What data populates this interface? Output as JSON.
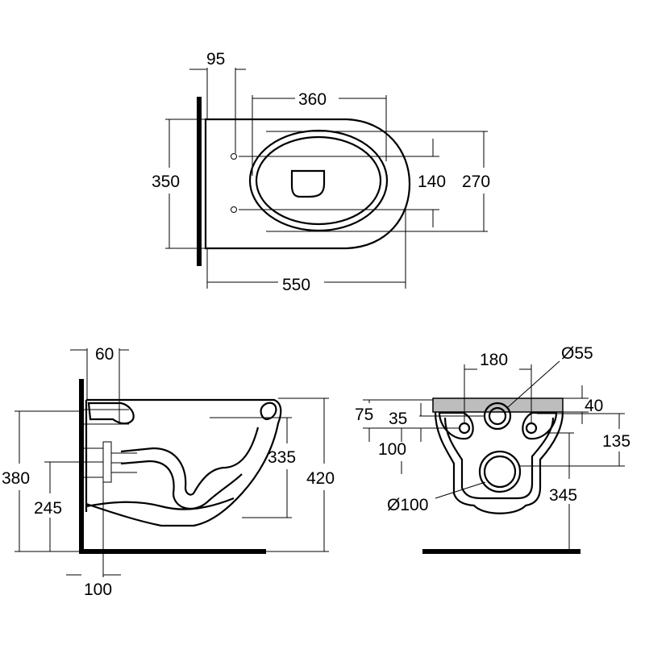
{
  "top_view": {
    "dim_95": "95",
    "dim_360": "360",
    "dim_350": "350",
    "dim_140": "140",
    "dim_270": "270",
    "dim_550": "550"
  },
  "side_view": {
    "dim_60": "60",
    "dim_380": "380",
    "dim_245": "245",
    "dim_335": "335",
    "dim_420": "420",
    "dim_100": "100"
  },
  "rear_view": {
    "dim_180": "180",
    "dim_d55": "Ø55",
    "dim_75": "75",
    "dim_35": "35",
    "dim_40": "40",
    "dim_100": "100",
    "dim_135": "135",
    "dim_d100": "Ø100",
    "dim_345": "345"
  },
  "colors": {
    "line": "#000000",
    "background": "#ffffff"
  }
}
